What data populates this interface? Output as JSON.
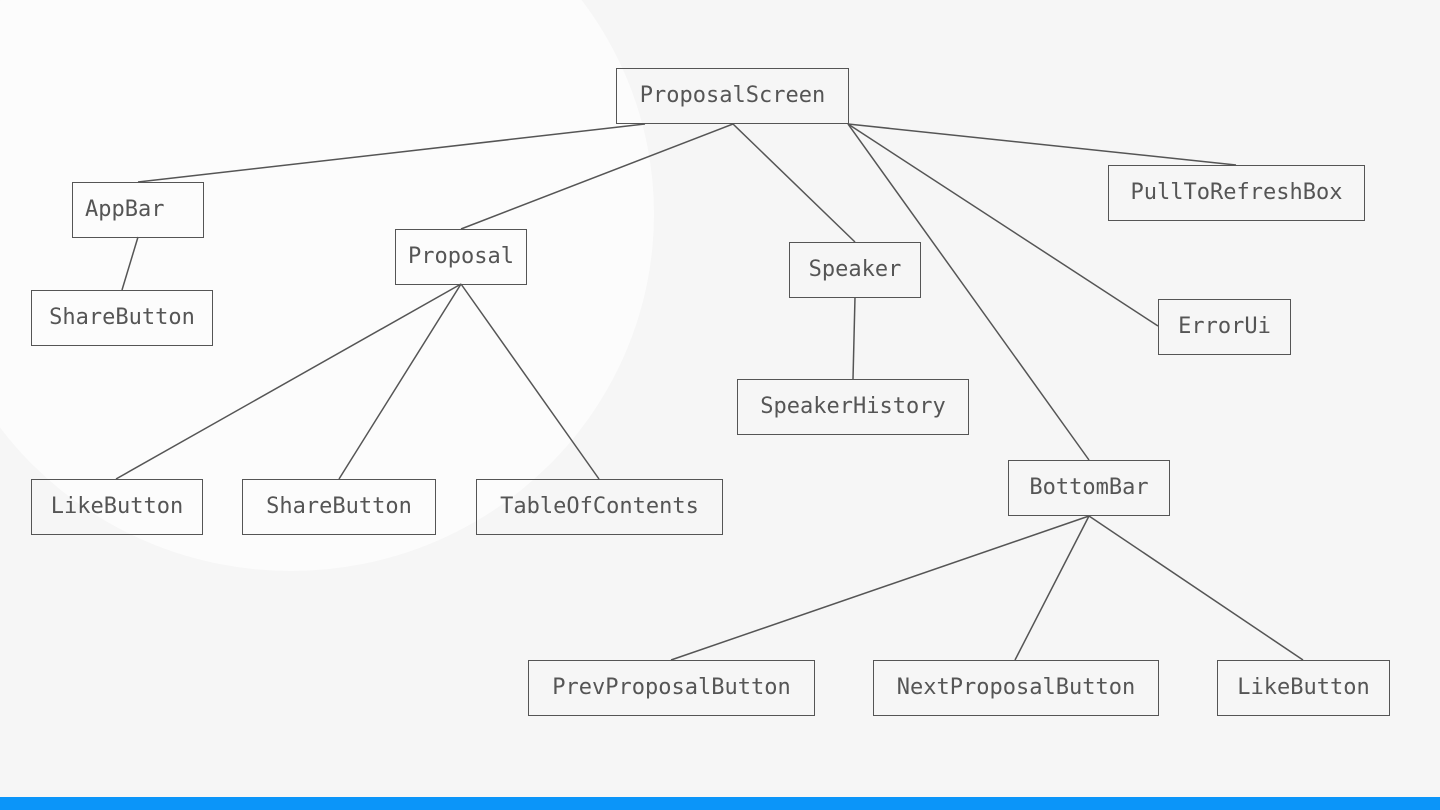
{
  "nodes": {
    "proposal_screen": "ProposalScreen",
    "app_bar": "AppBar",
    "app_bar_share_button": "ShareButton",
    "proposal": "Proposal",
    "proposal_like_button": "LikeButton",
    "proposal_share_button": "ShareButton",
    "table_of_contents": "TableOfContents",
    "speaker": "Speaker",
    "speaker_history": "SpeakerHistory",
    "bottom_bar": "BottomBar",
    "prev_proposal_button": "PrevProposalButton",
    "next_proposal_button": "NextProposalButton",
    "bottom_bar_like_button": "LikeButton",
    "error_ui": "ErrorUi",
    "pull_to_refresh_box": "PullToRefreshBox"
  },
  "edges": [
    [
      "proposal_screen",
      "app_bar"
    ],
    [
      "proposal_screen",
      "proposal"
    ],
    [
      "proposal_screen",
      "speaker"
    ],
    [
      "proposal_screen",
      "bottom_bar"
    ],
    [
      "proposal_screen",
      "error_ui"
    ],
    [
      "proposal_screen",
      "pull_to_refresh_box"
    ],
    [
      "app_bar",
      "app_bar_share_button"
    ],
    [
      "proposal",
      "proposal_like_button"
    ],
    [
      "proposal",
      "proposal_share_button"
    ],
    [
      "proposal",
      "table_of_contents"
    ],
    [
      "speaker",
      "speaker_history"
    ],
    [
      "bottom_bar",
      "prev_proposal_button"
    ],
    [
      "bottom_bar",
      "next_proposal_button"
    ],
    [
      "bottom_bar",
      "bottom_bar_like_button"
    ]
  ],
  "colors": {
    "background": "#f6f6f6",
    "background_circle": "#fcfcfc",
    "stroke": "#555555",
    "footer_bar": "#0b95f9"
  }
}
